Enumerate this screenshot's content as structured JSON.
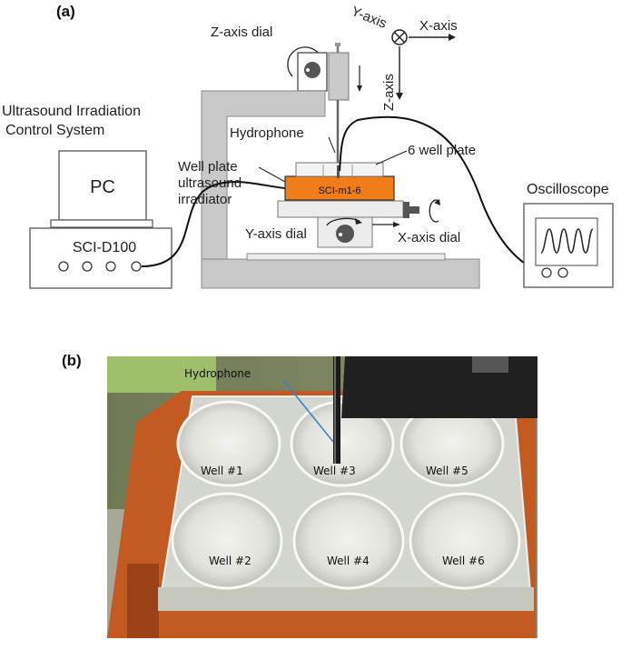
{
  "panel_a": {
    "label": "(a)",
    "axes": {
      "y": "Y-axis",
      "x": "X-axis",
      "z": "Z-axis"
    },
    "z_dial": "Z-axis dial",
    "control_system_line1": "Ultrasound Irradiation",
    "control_system_line2": "Control System",
    "pc": "PC",
    "controller": "SCI-D100",
    "hydrophone": "Hydrophone",
    "well_plate": "6 well plate",
    "irradiator_line1": "Well plate",
    "irradiator_line2": "ultrasound",
    "irradiator_line3": "irradiator",
    "irradiator_model": "SCI-m1-6",
    "y_dial": "Y-axis dial",
    "x_dial": "X-axis dial",
    "oscilloscope": "Oscilloscope",
    "colors": {
      "irradiator": "#f07d1a",
      "frame": "#c8c8c8",
      "frame_dark": "#a9a9a9"
    }
  },
  "panel_b": {
    "label": "(b)",
    "hydrophone": "Hydrophone",
    "wells": [
      "Well #1",
      "Well #3",
      "Well #5",
      "Well #2",
      "Well #4",
      "Well #6"
    ]
  }
}
